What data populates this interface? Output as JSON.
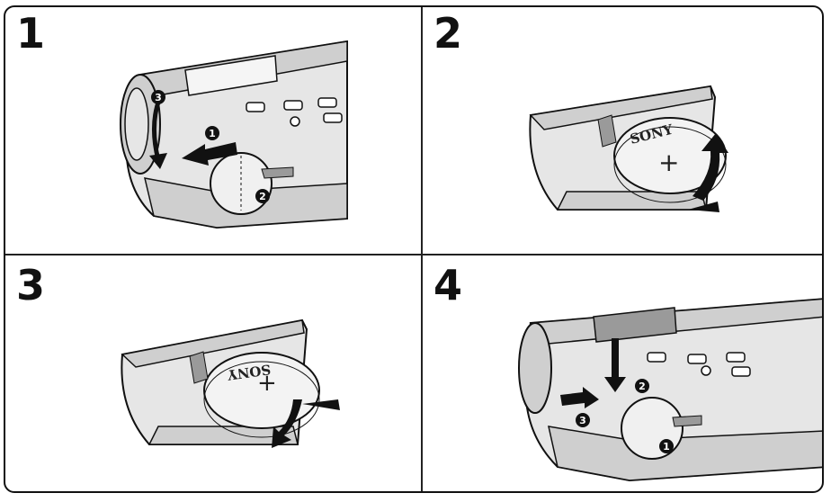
{
  "panels": [
    {
      "step": "1",
      "callouts": [
        "1",
        "2",
        "3"
      ]
    },
    {
      "step": "2",
      "brand": "SONY",
      "battery_symbol": "+"
    },
    {
      "step": "3",
      "brand": "SONY",
      "battery_symbol": "+"
    },
    {
      "step": "4",
      "callouts": [
        "1",
        "2",
        "3"
      ]
    }
  ],
  "colors": {
    "line": "#111111",
    "fill_light": "#e6e6e6",
    "fill_mid": "#cfcfcf",
    "fill_dark": "#9a9a9a"
  },
  "icons": [
    "left-arrow-icon",
    "curved-arrow-icon",
    "up-arrow-icon",
    "down-arrow-icon",
    "right-arrow-icon"
  ]
}
